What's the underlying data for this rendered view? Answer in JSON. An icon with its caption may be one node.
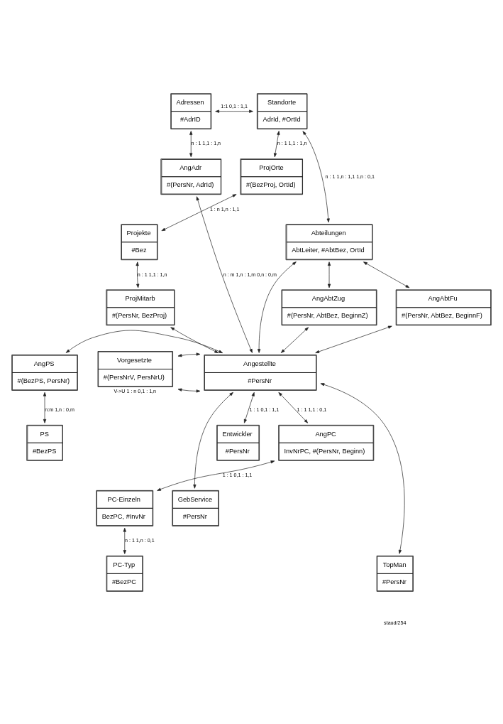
{
  "diagram": {
    "nodes": [
      {
        "text": [
          "Adressen",
          "#AdrID"
        ]
      },
      {
        "text": [
          "Standorte",
          "AdrId, #OrtId"
        ]
      },
      {
        "text": [
          "ProjOrte",
          "#(BezProj, OrtId)"
        ]
      },
      {
        "text": [
          "AngAdr",
          "#(PersNr, AdrId)"
        ]
      },
      {
        "text": [
          "Projekte",
          "#Bez"
        ]
      },
      {
        "text": [
          "Abteilungen",
          "AbtLeiter, #AbtBez, OrtId"
        ]
      },
      {
        "text": [
          "ProjMitarb",
          "#(PersNr, BezProj)"
        ]
      },
      {
        "text": [
          "AngAbtZug",
          "#(PersNr, AbtBez, BeginnZ)"
        ]
      },
      {
        "text": [
          "AngAbtFu",
          "#(PersNr, AbtBez, BeginnF)"
        ]
      },
      {
        "text": [
          "Angestellte",
          "#PersNr"
        ]
      },
      {
        "text": [
          "AngPS",
          "#(BezPS, PersNr)"
        ]
      },
      {
        "text": [
          "Vorgesetzte",
          "#(PersNrV, PersNrU)"
        ],
        "beside": [
          "V->U 1 : n 0,1 : 1,n"
        ]
      },
      {
        "text": [
          "PS",
          "#BezPS"
        ]
      },
      {
        "text": [
          "AngPC",
          "InvNrPC, #(PersNr, Beginn)"
        ]
      },
      {
        "text": [
          "Entwickler",
          "#PersNr"
        ]
      },
      {
        "text": [
          "PC-Einzeln",
          "BezPC, #InvNr"
        ]
      },
      {
        "text": [
          "GebService",
          "#PersNr"
        ]
      },
      {
        "text": [
          "PC-Typ",
          "#BezPC"
        ]
      },
      {
        "text": [
          "TopMan",
          "#PersNr"
        ]
      }
    ],
    "edges": [
      {
        "from": 0,
        "to": 1,
        "arrow": "both",
        "label": "1:1 0,1 : 1,1"
      },
      {
        "from": 3,
        "to": 0,
        "arrow": "both",
        "label": "n : 1 1,1 : 1,n"
      },
      {
        "from": 2,
        "to": 1,
        "arrow": "both",
        "label": "n : 1 1,1 : 1,n"
      },
      {
        "from": 2,
        "to": 4,
        "arrow": "both",
        "label": "1 : n 1,n : 1,1"
      },
      {
        "from": 5,
        "to": 1,
        "arrow": "both",
        "label": "n : 1 1,n : 1,1 1,n : 0,1"
      },
      {
        "from": 3,
        "to": 9,
        "arrow": "both",
        "label": "n : m 1,n : 1,m 0,n : 0,m"
      },
      {
        "from": 6,
        "to": 4,
        "arrow": "both",
        "label": "n : 1 1,1 : 1,n"
      },
      {
        "from": 6,
        "to": 9,
        "arrow": "both"
      },
      {
        "from": 5,
        "to": 9,
        "arrow": "both"
      },
      {
        "from": 7,
        "to": 5,
        "arrow": "both"
      },
      {
        "from": 7,
        "to": 9,
        "arrow": "both"
      },
      {
        "from": 8,
        "to": 5,
        "arrow": "both"
      },
      {
        "from": 8,
        "to": 9,
        "arrow": "both"
      },
      {
        "from": 10,
        "to": 9,
        "arrow": "both"
      },
      {
        "from": 11,
        "to": 9,
        "arrow": "both"
      },
      {
        "from": 11,
        "to": 9,
        "arrow": "both"
      },
      {
        "from": 10,
        "to": 12,
        "arrow": "both",
        "label": "n:m 1,n : 0,m"
      },
      {
        "from": 13,
        "to": 9,
        "arrow": "both",
        "label": "1 : 1 1,1 : 0,1"
      },
      {
        "from": 14,
        "to": 9,
        "arrow": "both",
        "label": "1 : 1 0,1 : 1,1"
      },
      {
        "from": 16,
        "to": 9,
        "arrow": "both"
      },
      {
        "from": 18,
        "to": 9,
        "arrow": "both"
      },
      {
        "from": 15,
        "to": 13,
        "arrow": "both",
        "label": "1 : 1 0,1 : 1,1"
      },
      {
        "from": 15,
        "to": 17,
        "arrow": "both",
        "label": "n : 1 1,n : 0,1"
      }
    ],
    "labels": [
      "staud/254"
    ]
  }
}
